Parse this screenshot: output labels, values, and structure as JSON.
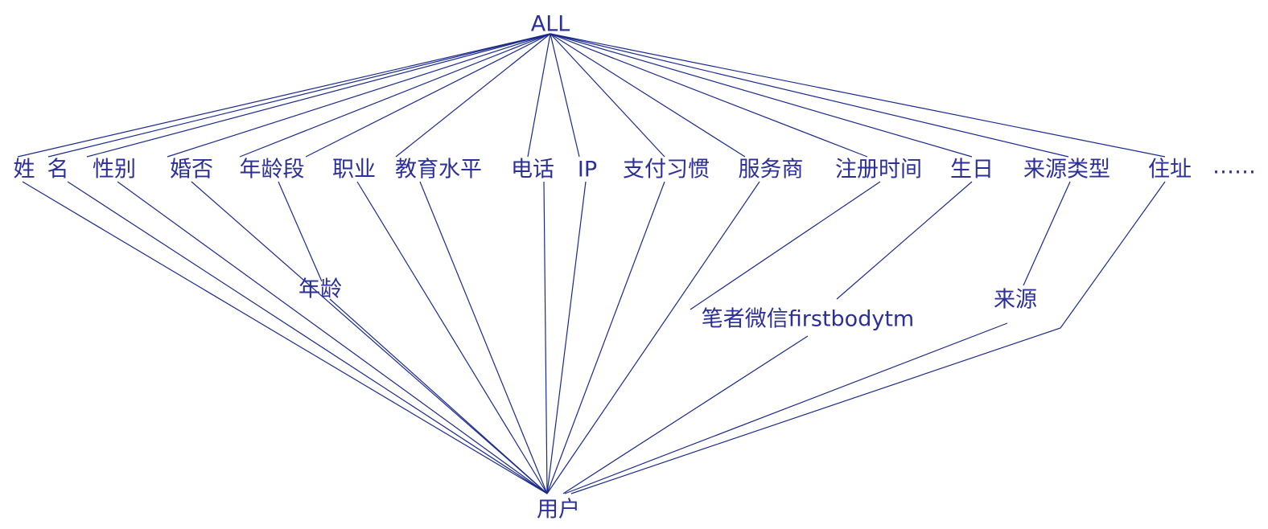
{
  "diagram": {
    "root": "ALL",
    "sink": "用户",
    "attributes": [
      {
        "id": "xing",
        "label": "姓"
      },
      {
        "id": "ming",
        "label": "名"
      },
      {
        "id": "xingbie",
        "label": "性别"
      },
      {
        "id": "hunfou",
        "label": "婚否"
      },
      {
        "id": "nianlingduan",
        "label": "年龄段"
      },
      {
        "id": "zhiye",
        "label": "职业"
      },
      {
        "id": "jiaoyu",
        "label": "教育水平"
      },
      {
        "id": "dianhua",
        "label": "电话"
      },
      {
        "id": "ip",
        "label": "IP"
      },
      {
        "id": "zhifu",
        "label": "支付习惯"
      },
      {
        "id": "fuwushang",
        "label": "服务商"
      },
      {
        "id": "zhuce",
        "label": "注册时间"
      },
      {
        "id": "shengri",
        "label": "生日"
      },
      {
        "id": "laiyuanleixing",
        "label": "来源类型"
      },
      {
        "id": "zhuzhi",
        "label": "住址"
      },
      {
        "id": "more",
        "label": "……"
      }
    ],
    "intermediates": [
      {
        "id": "nianling",
        "label": "年龄"
      },
      {
        "id": "weixin",
        "label": "笔者微信firstbodytm"
      },
      {
        "id": "laiyuan",
        "label": "来源"
      }
    ],
    "line_color": "#1a2a8c",
    "text_color": "#2b2f9a"
  }
}
